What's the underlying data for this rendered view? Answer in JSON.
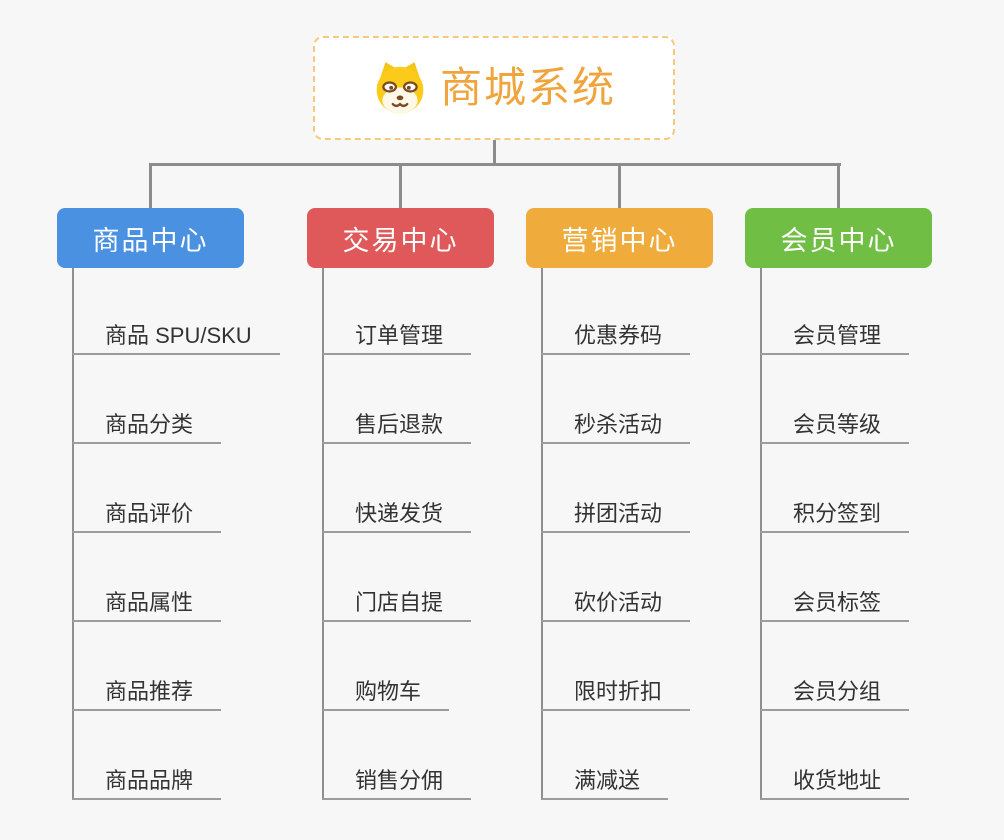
{
  "root": {
    "title": "商城系统",
    "icon": "dog-face-icon"
  },
  "branches": [
    {
      "label": "商品中心",
      "color": "#4A91E2",
      "children": [
        "商品 SPU/SKU",
        "商品分类",
        "商品评价",
        "商品属性",
        "商品推荐",
        "商品品牌"
      ]
    },
    {
      "label": "交易中心",
      "color": "#E0595A",
      "children": [
        "订单管理",
        "售后退款",
        "快递发货",
        "门店自提",
        "购物车",
        "销售分佣"
      ]
    },
    {
      "label": "营销中心",
      "color": "#EFAC3D",
      "children": [
        "优惠券码",
        "秒杀活动",
        "拼团活动",
        "砍价活动",
        "限时折扣",
        "满减送"
      ]
    },
    {
      "label": "会员中心",
      "color": "#70BE44",
      "children": [
        "会员管理",
        "会员等级",
        "积分签到",
        "会员标签",
        "会员分组",
        "收货地址"
      ]
    }
  ],
  "colors": {
    "background": "#F7F7F7",
    "connector": "#8C8C8C",
    "leaf_underline": "#9C9C9C",
    "leaf_text": "#333333",
    "root_text": "#F0A43C",
    "root_border": "#F6C97E"
  }
}
